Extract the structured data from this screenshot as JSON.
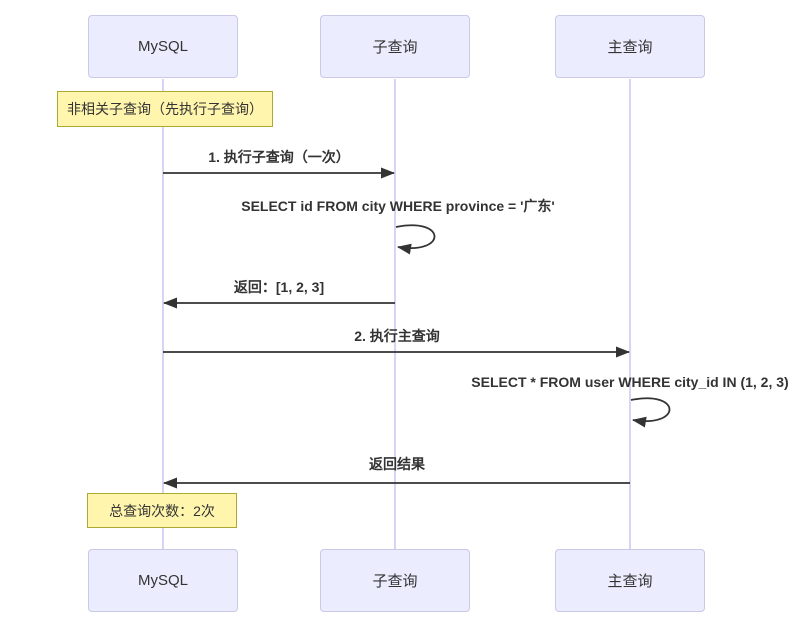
{
  "diagram_type": "sequence-diagram",
  "participants": [
    {
      "label": "MySQL"
    },
    {
      "label": "子查询"
    },
    {
      "label": "主查询"
    }
  ],
  "notes": [
    {
      "text": "非相关子查询（先执行子查询）",
      "over": "MySQL"
    },
    {
      "text": "总查询次数：2次",
      "over": "MySQL"
    }
  ],
  "messages": [
    {
      "from": "MySQL",
      "to": "子查询",
      "label": "1. 执行子查询（一次）",
      "kind": "solid-arrow"
    },
    {
      "from": "子查询",
      "to": "子查询",
      "label": "SELECT id FROM city WHERE province = '广东'",
      "kind": "self-loop"
    },
    {
      "from": "子查询",
      "to": "MySQL",
      "label": "返回：[1, 2, 3]",
      "kind": "solid-arrow"
    },
    {
      "from": "MySQL",
      "to": "主查询",
      "label": "2. 执行主查询",
      "kind": "solid-arrow"
    },
    {
      "from": "主查询",
      "to": "主查询",
      "label": "SELECT * FROM user WHERE city_id IN (1, 2, 3)",
      "kind": "self-loop"
    },
    {
      "from": "主查询",
      "to": "MySQL",
      "label": "返回结果",
      "kind": "solid-arrow"
    }
  ],
  "colors": {
    "background": "#ffffff",
    "actor_fill": "#ECECFF",
    "actor_border": "#c9c9e8",
    "note_fill": "#fff5ad",
    "note_border": "#aaaa33",
    "lifeline": "#ccccf2",
    "message_line": "#333333",
    "text": "#333333"
  }
}
